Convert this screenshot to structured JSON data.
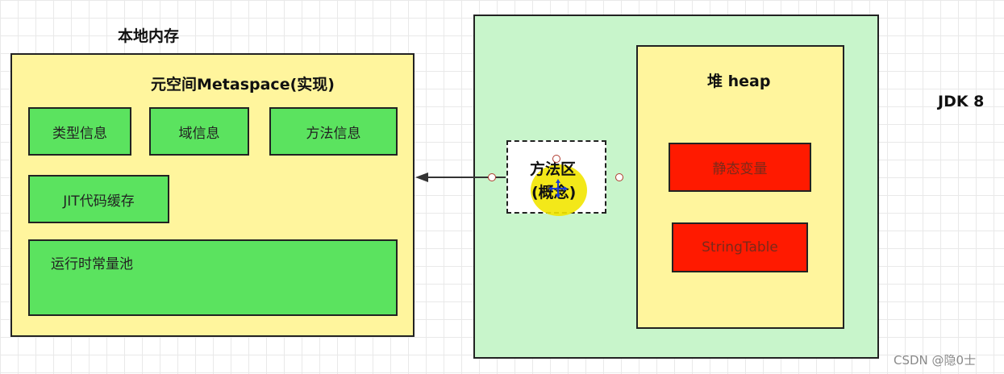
{
  "native_memory_label": "本地内存",
  "metaspace": {
    "title": "元空间Metaspace(实现)",
    "items": [
      "类型信息",
      "域信息",
      "方法信息",
      "JIT代码缓存",
      "运行时常量池"
    ]
  },
  "jdk_label": "JDK 8",
  "heap": {
    "title": "堆 heap",
    "items": [
      "静态变量",
      "StringTable"
    ]
  },
  "method_area": {
    "line1": "方法区",
    "line2": "(概念)"
  },
  "watermark": "CSDN @隐0士",
  "colors": {
    "green_item": "#5be35f",
    "yellow_region": "#fff59d",
    "jdk_region": "#c8f5cb",
    "red_item": "#ff1a00",
    "cursor_highlight": "#f2e600"
  }
}
